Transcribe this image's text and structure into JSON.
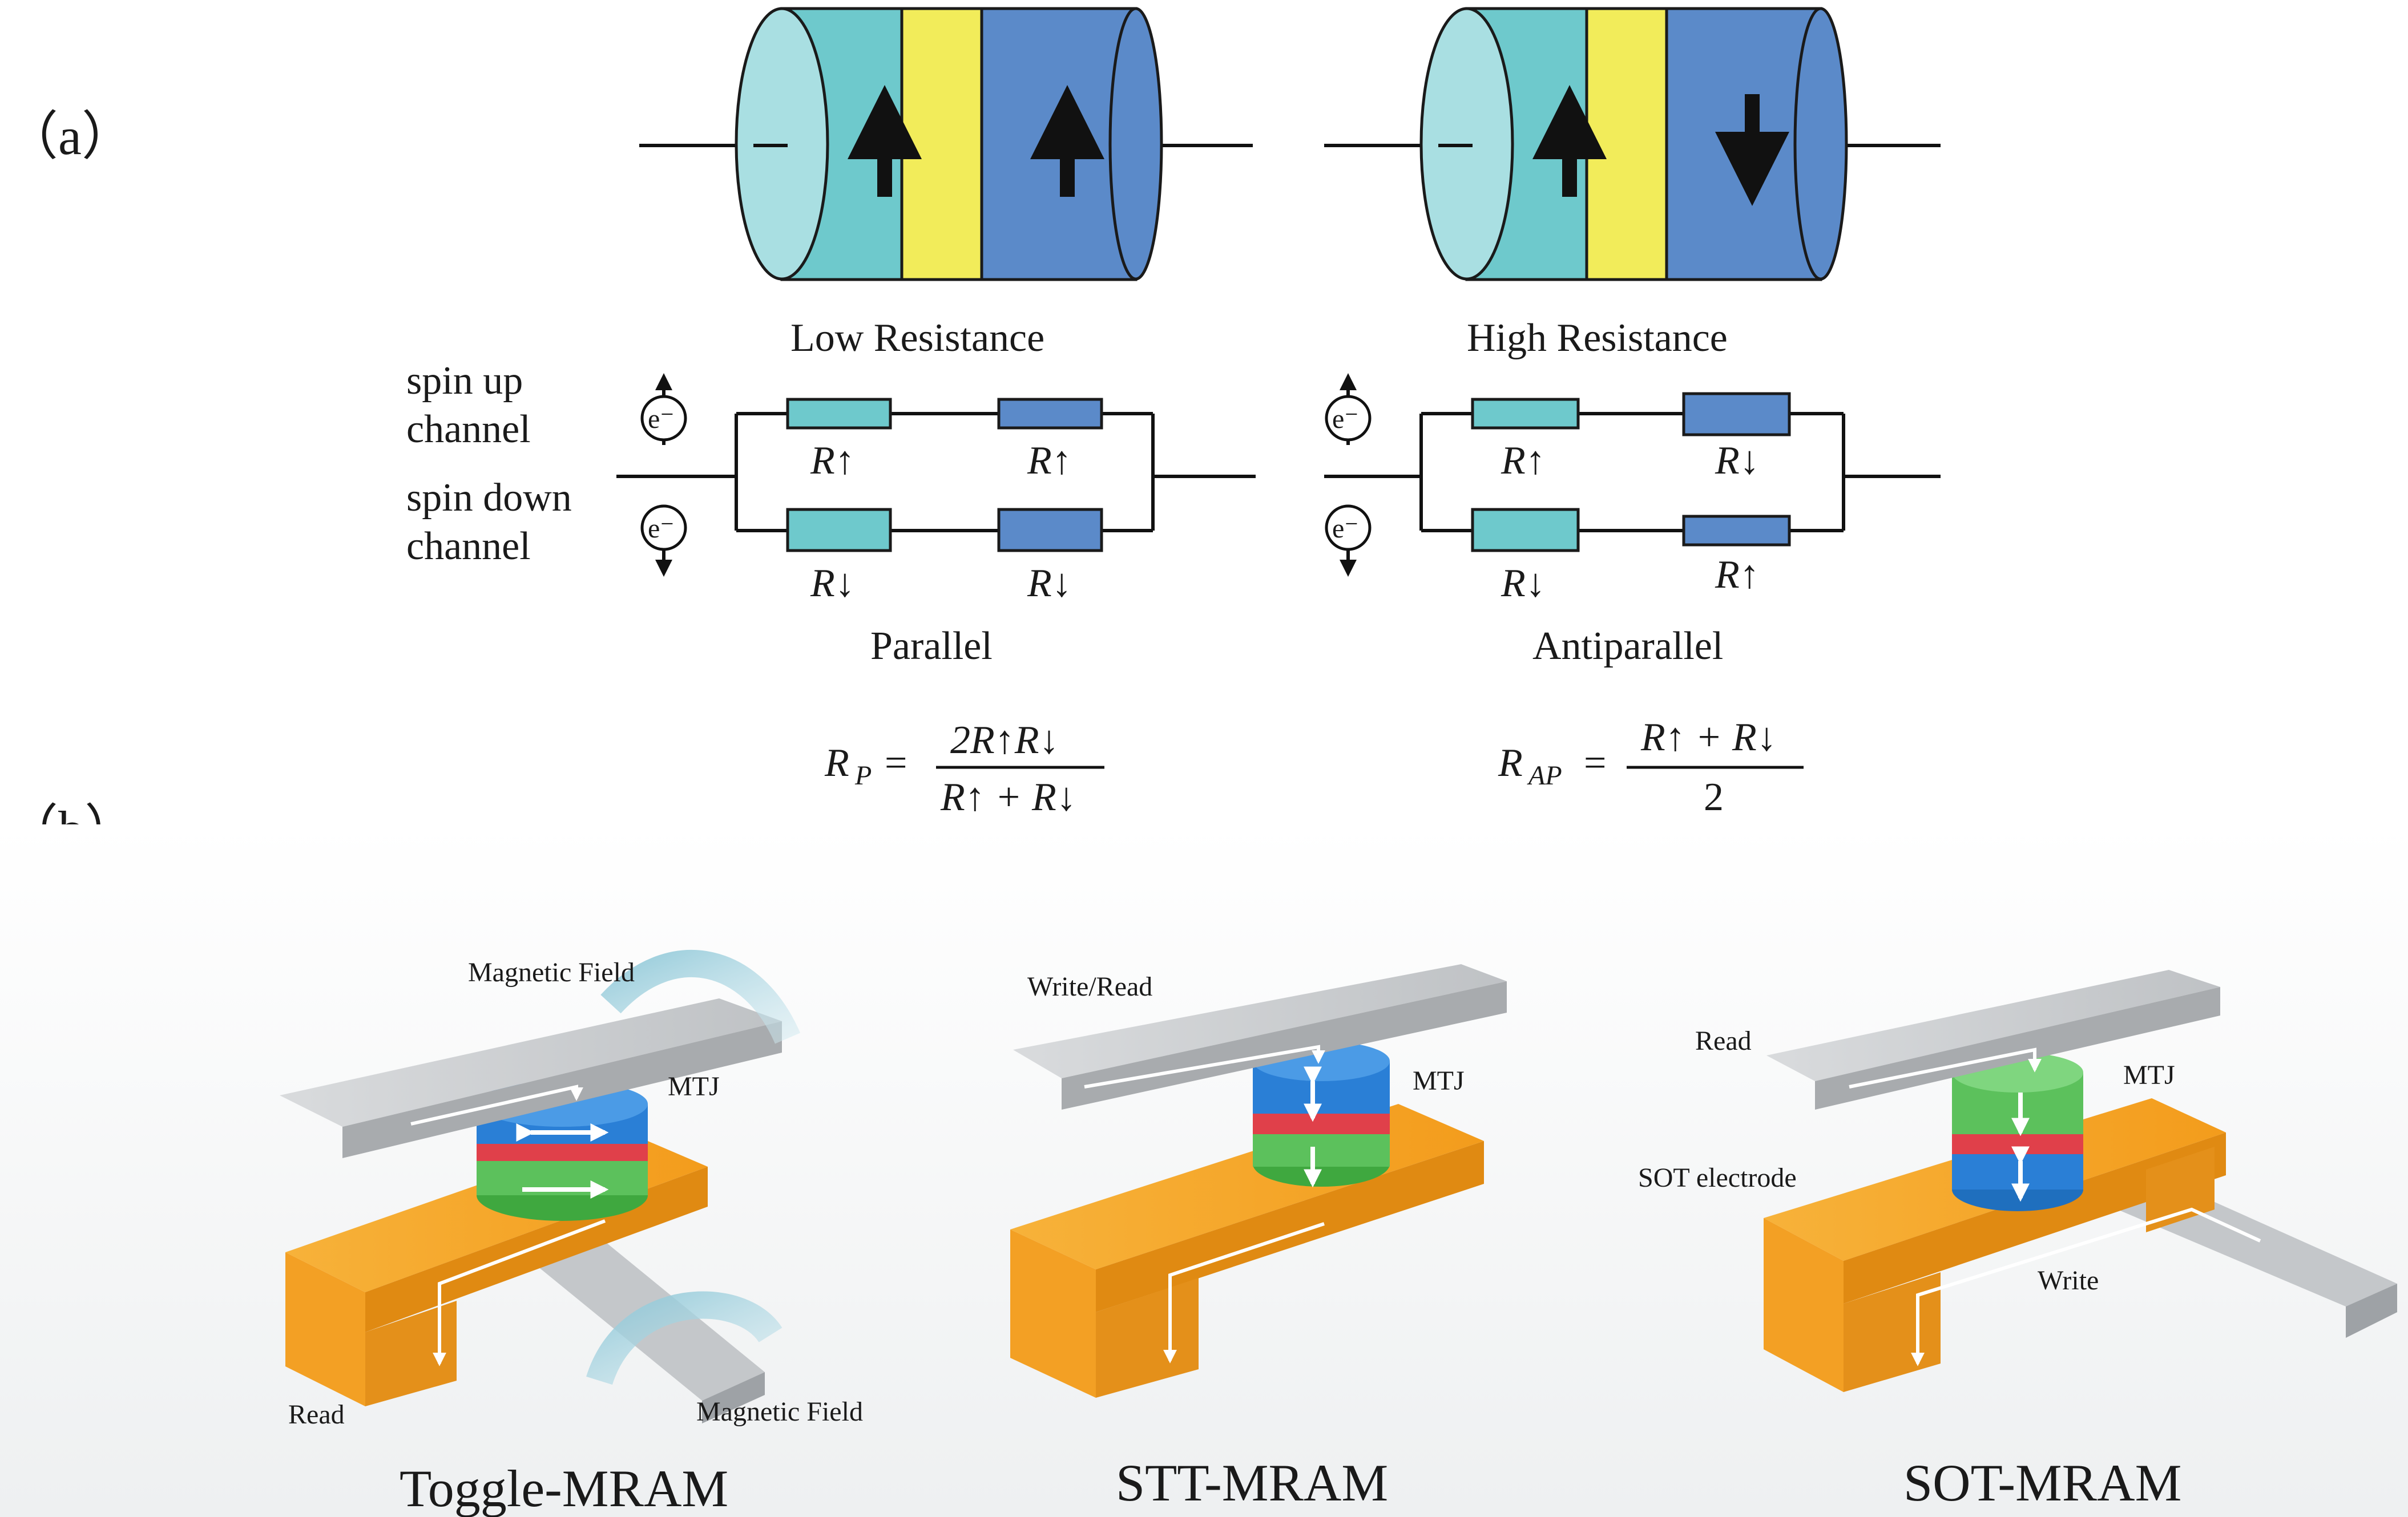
{
  "panel_a": {
    "label": "（a）",
    "low_resistance": "Low Resistance",
    "high_resistance": "High Resistance",
    "spin_up_channel": [
      "spin up",
      "channel"
    ],
    "spin_down_channel": [
      "spin down",
      "channel"
    ],
    "electron": "e⁻",
    "resistors": {
      "parallel": {
        "top_left": "R↑",
        "top_right": "R↑",
        "bottom_left": "R↓",
        "bottom_right": "R↓"
      },
      "antiparallel": {
        "top_left": "R↑",
        "top_right": "R↓",
        "bottom_left": "R↓",
        "bottom_right": "R↑"
      }
    },
    "parallel": "Parallel",
    "antiparallel": "Antiparallel",
    "formula_p": {
      "lhs": "R",
      "lhs_sub": "P",
      "numerator": "2R↑R↓",
      "denominator": "R↑ + R↓"
    },
    "formula_ap": {
      "lhs": "R",
      "lhs_sub": "AP",
      "numerator": "R↑ + R↓",
      "denominator": "2"
    }
  },
  "panel_b": {
    "label": "（b）",
    "toggle": {
      "title": "Toggle-MRAM",
      "magnetic_field_top": "Magnetic Field",
      "mtj": "MTJ",
      "read": "Read",
      "magnetic_field_bottom": "Magnetic Field"
    },
    "stt": {
      "title": "STT-MRAM",
      "write_read": "Write/Read",
      "mtj": "MTJ"
    },
    "sot": {
      "title": "SOT-MRAM",
      "read": "Read",
      "mtj": "MTJ",
      "sot_electrode": "SOT electrode",
      "write": "Write"
    }
  },
  "colors": {
    "free_layer": "#5b8ac9",
    "pinned_layer": "#6ec9cc",
    "barrier": "#f2ec5a",
    "end_cap": "#a9dfe2",
    "mtj_blue": "#2a7fd6",
    "mtj_red": "#e0404a",
    "mtj_green": "#5cc15c",
    "electrode_orange": "#f4a326",
    "bar_gray": "#c9cbcd"
  }
}
